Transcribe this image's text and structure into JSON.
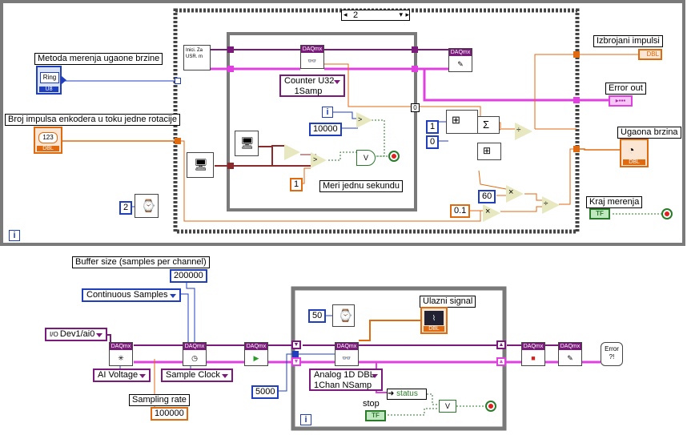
{
  "top": {
    "metoda_label": "Metoda merenja ugaone brzine",
    "ring_text": "Ring",
    "ring_sub": "U8",
    "broj_label": "Broj impulsa enkodera u toku jedne rotacije",
    "dbl_ctrl_text": "123",
    "dbl_sub": "DBL",
    "case_selector": "2",
    "counter_enum": "Counter U32\n1Samp",
    "const_10000": "10000",
    "const_1": "1",
    "meri_label": "Meri jednu sekundu",
    "const_1b": "1",
    "const_0": "0",
    "const_60": "60",
    "const_01": "0.1",
    "const_2": "2",
    "izbrojani_label": "Izbrojani impulsi",
    "izbrojani_sub": "DBL",
    "error_out_label": "Error out",
    "ugaona_label": "Ugaona brzina",
    "kraj_label": "Kraj merenja",
    "tf": "TF",
    "iter": "i",
    "init_text": "Inici. Za\nUSR. m",
    "sel_idx": "0",
    "i_term": "i"
  },
  "bottom": {
    "buffer_label": "Buffer size (samples per channel)",
    "buffer_val": "200000",
    "cont_samples": "Continuous Samples",
    "channel": "Dev1/ai0",
    "ai_voltage": "AI Voltage",
    "sample_clock": "Sample Clock",
    "sampling_label": "Sampling rate",
    "sampling_val": "100000",
    "const_5000": "5000",
    "const_50": "50",
    "ulazni_label": "Ulazni signal",
    "analog_enum": "Analog 1D DBL\n1Chan NSamp",
    "status_label": "status",
    "stop_label": "stop",
    "tf": "TF",
    "iter": "i",
    "error_text": "Error\n?!"
  },
  "colors": {
    "frame": "#7a7a7a",
    "dbl_wire": "#e06a10",
    "int_wire": "#1f3fbf",
    "task_wire": "#7a1a7a",
    "error_wire": "#e040e0",
    "bool_wire": "#2a7a2a"
  }
}
